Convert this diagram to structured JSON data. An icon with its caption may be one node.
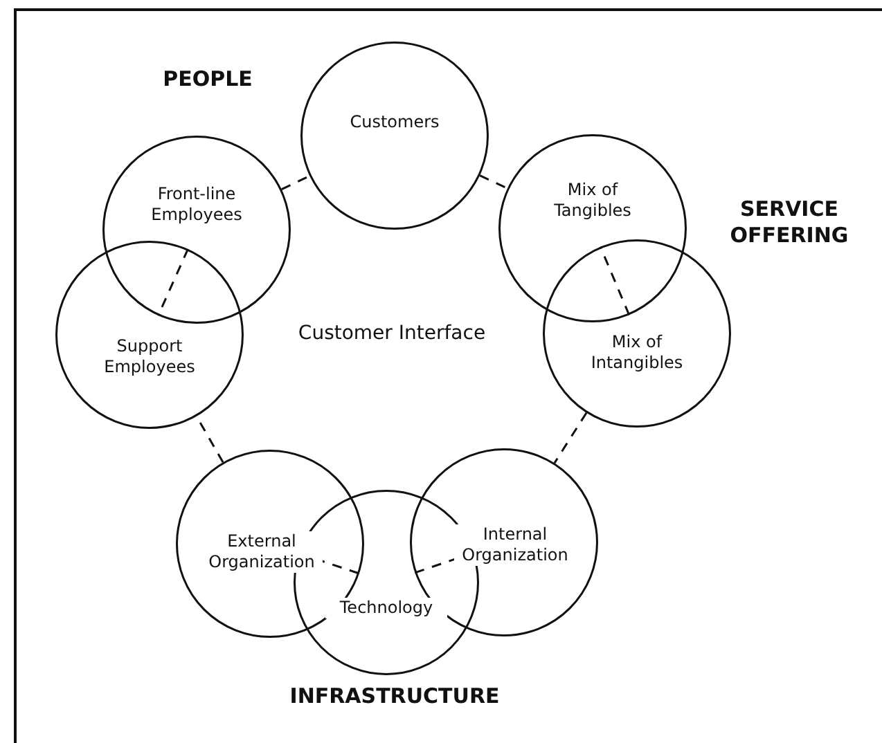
{
  "diagram": {
    "nodes": [
      {
        "text": [
          "Customers"
        ]
      },
      {
        "text": [
          "Front-line Employees"
        ]
      },
      {
        "text": [
          "Support Employees"
        ]
      },
      {
        "text": [
          "Mix of Tangibles"
        ]
      },
      {
        "text": [
          "Mix of Intangibles"
        ]
      },
      {
        "text": [
          "External Organization"
        ]
      },
      {
        "text": [
          "Technology"
        ]
      },
      {
        "text": [
          "Internal Organization"
        ]
      }
    ],
    "edges": [
      {
        "from": 0,
        "to": 3,
        "arrow": "none",
        "style": "dashed"
      },
      {
        "from": 3,
        "to": 4,
        "arrow": "none",
        "style": "dashed"
      },
      {
        "from": 4,
        "to": 7,
        "arrow": "none",
        "style": "dashed"
      },
      {
        "from": 7,
        "to": 6,
        "arrow": "none",
        "style": "dashed"
      },
      {
        "from": 6,
        "to": 5,
        "arrow": "none",
        "style": "dashed"
      },
      {
        "from": 5,
        "to": 2,
        "arrow": "none",
        "style": "dashed"
      },
      {
        "from": 2,
        "to": 1,
        "arrow": "none",
        "style": "dashed"
      },
      {
        "from": 1,
        "to": 0,
        "arrow": "none",
        "style": "dashed"
      }
    ],
    "labels": [
      "PEOPLE",
      "SERVICE OFFERING",
      "Customer Interface",
      "INFRASTRUCTURE"
    ]
  }
}
